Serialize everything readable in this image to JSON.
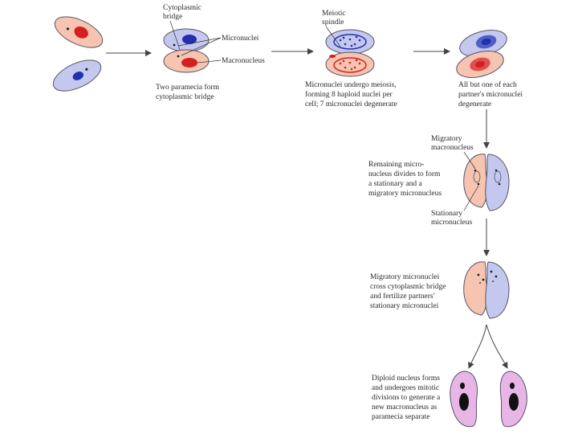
{
  "colors": {
    "pink_cell": "#f6c4b0",
    "blue_cell": "#c4c8ee",
    "purple_cell": "#e8b6e6",
    "red_nucleus": "#d42020",
    "blue_nucleus": "#2030b0",
    "outline": "#555566",
    "arrow": "#444444"
  },
  "labels": {
    "cytoplasmic_bridge": [
      "Cytoplasmic",
      "bridge"
    ],
    "micronuclei": "Micronuclei",
    "macronucleus": "Macronucleus",
    "meiotic_spindle": [
      "Meiotic",
      "spindle"
    ],
    "migratory_macronucleus": [
      "Migratory",
      "macronucleus"
    ],
    "stationary_micronucleus": [
      "Stationary",
      "micronucleus"
    ]
  },
  "captions": {
    "step1": [
      "Two paramecia form",
      "cytoplasmic bridge"
    ],
    "step2": [
      "Micronuclei undergo meiosis,",
      "forming 8 haploid nuclei per",
      "cell; 7 micronuclei degenerate"
    ],
    "step3": [
      "All but one of each",
      "partner's micronuclei",
      "degenerate"
    ],
    "step4": [
      "Remaining micro-",
      "nucleus divides to form",
      "a stationary and a",
      "migratory micronucleus"
    ],
    "step5": [
      "Migratory micronuclei",
      "cross cytoplasmic bridge",
      "and fertilize partners'",
      "stationary micronuclei"
    ],
    "step6": [
      "Diploid nucleus forms",
      "and undergoes mitotic",
      "divisions to generate a",
      "new macronucleus as",
      "paramecia separate"
    ]
  }
}
